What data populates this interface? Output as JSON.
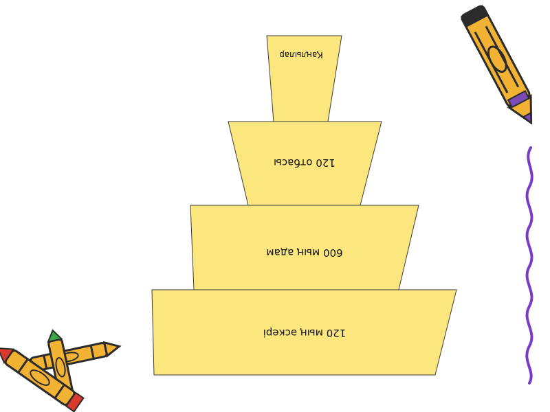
{
  "pyramid": {
    "tiers": [
      {
        "label": "Қаңлылар"
      },
      {
        "label": "120 отбасы"
      },
      {
        "label": "600 мың адам"
      },
      {
        "label": "120 мың әскері"
      }
    ]
  },
  "colors": {
    "tier_fill": "#fbe77d",
    "outline": "#3a3a3a",
    "squiggle": "#7a3cc8",
    "crayon_body": "#f2b233",
    "crayon_dark": "#2b2b2b",
    "crayon_tip_purple": "#7b4bb5",
    "crayon_tip_red": "#d83a2e",
    "crayon_tip_green": "#3aa64a"
  },
  "decorations": [
    "crayon-icon",
    "crayon-pile-icon",
    "squiggle-line"
  ]
}
